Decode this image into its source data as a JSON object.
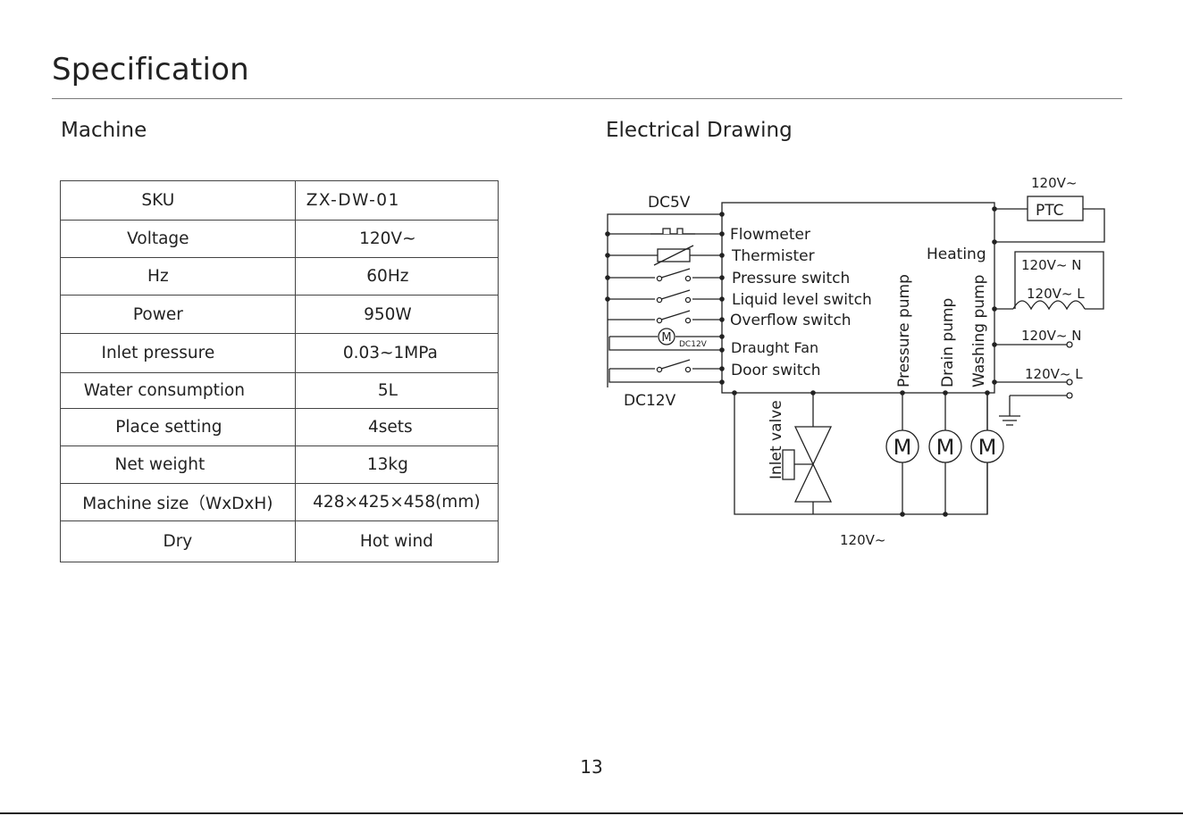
{
  "page": {
    "title": "Specification",
    "number": "13"
  },
  "machine": {
    "heading": "Machine",
    "rows": [
      {
        "label": "SKU",
        "value": "ZX-DW-01"
      },
      {
        "label": "Voltage",
        "value": "120V~"
      },
      {
        "label": "Hz",
        "value": "60Hz"
      },
      {
        "label": "Power",
        "value": "950W"
      },
      {
        "label": "Inlet pressure",
        "value": "0.03~1MPa"
      },
      {
        "label": "Water consumption",
        "value": "5L"
      },
      {
        "label": "Place setting",
        "value": "4sets"
      },
      {
        "label": "Net weight",
        "value": "13kg"
      },
      {
        "label": "Machine size（WxDxH)",
        "value": "428×425×458(mm)"
      },
      {
        "label": "Dry",
        "value": "Hot wind"
      }
    ]
  },
  "electrical": {
    "heading": "Electrical Drawing",
    "labels": {
      "dc5v": "DC5V",
      "dc12v": "DC12V",
      "flowmeter": "Flowmeter",
      "thermister": "Thermister",
      "pressure_switch": "Pressure switch",
      "liquid_level_switch": "Liquid level switch",
      "overflow_switch": "Overflow switch",
      "draught_fan": "Draught Fan",
      "door_switch": "Door switch",
      "fan_motor_rating": "DC12V",
      "motor_symbol": "M",
      "pressure_pump": "Pressure pump",
      "drain_pump": "Drain pump",
      "washing_pump": "Washing pump",
      "heating": "Heating",
      "inlet_valve": "Inlet valve",
      "ptc": "PTC",
      "supply_top": "120V~",
      "supply_bottom": "120V~",
      "heater_n": "120V~ N",
      "heater_l": "120V~ L",
      "mains_n": "120V~ N",
      "mains_l": "120V~ L"
    }
  }
}
